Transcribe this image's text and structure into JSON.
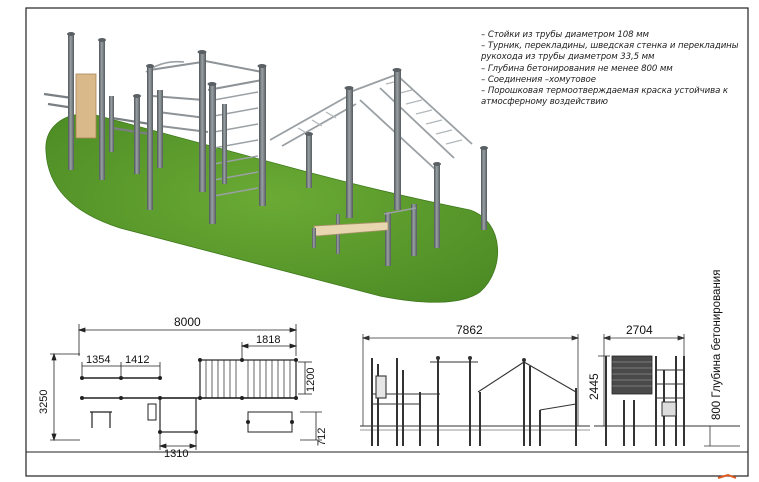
{
  "notes": [
    "– Стойки из трубы диаметром 108 мм",
    "– Турник, перекладины, шведская стенка и перекладины",
    "рукохода из трубы диаметром 33,5 мм",
    "– Глубина бетонирования не менее 800 мм",
    "– Соединения –хомутовое",
    "– Порошковая термоотверждаемая краска устойчива к",
    "атмосферному воздействию"
  ],
  "plan_dims": {
    "total_length": "8000",
    "seg_a": "1354",
    "seg_b": "1412",
    "seg_c": "1818",
    "height": "3250",
    "right_upper": "1200",
    "right_lower": "712",
    "bottom": "1310"
  },
  "front_dims": {
    "length": "7862",
    "height": "2445"
  },
  "side_dims": {
    "width": "2704",
    "depth_label": "800 Глубина бетонирования"
  },
  "colors": {
    "grass": "#5c9a2c",
    "post": "#6e7478",
    "bar": "#9aa0a4"
  }
}
